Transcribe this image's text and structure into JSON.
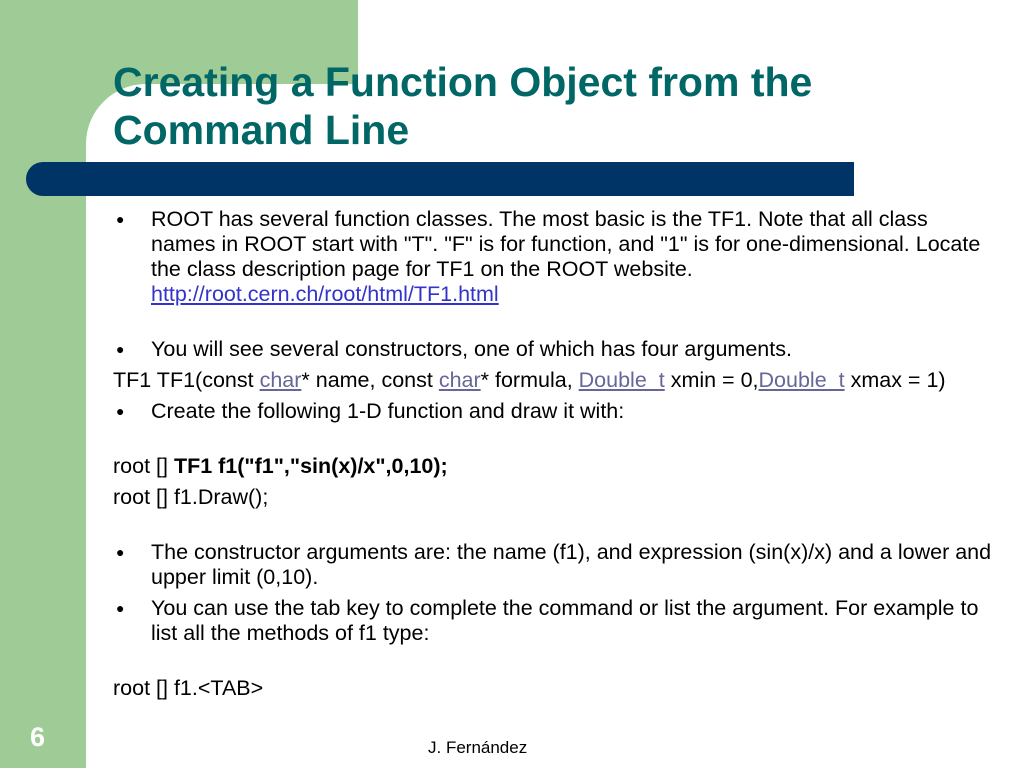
{
  "title": {
    "line1": "Creating a Function Object from the",
    "line2": "Command Line"
  },
  "bullets": {
    "b1_text": "ROOT has several function classes. The most basic is the TF1. Note that all class names in ROOT start with \"T\". \"F\" is for function, and \"1\" is for one-dimensional. Locate the class description page for TF1 on the ROOT website.",
    "b1_link": "http://root.cern.ch/root/html/TF1.html",
    "b2_text": "You will see several constructors, one of which has four arguments.",
    "b3_text": "Create the following 1-D function and draw it with:",
    "b4_text": "The constructor arguments are: the name (f1), and expression (sin(x)/x) and a lower and upper limit (0,10).",
    "b5_text": "You can use the tab key to complete the command or list the argument. For example to list all the methods of f1 type:",
    "bullet_glyph": "●"
  },
  "constructor": {
    "part1": "TF1 TF1(const ",
    "link_char1": "char",
    "part2": "* name, const ",
    "link_char2": "char",
    "part3": "* formula, ",
    "link_double1": "Double_t",
    "part4": " xmin = 0,",
    "link_double2": "Double_t",
    "part5": " xmax = 1)"
  },
  "commands": {
    "cmd1_prefix": "root [] ",
    "cmd1_bold": "TF1 f1(\"f1\",\"sin(x)/x\",0,10);",
    "cmd2": "root [] f1.Draw();",
    "cmd3": "root [] f1.<TAB>"
  },
  "footer": {
    "slide_number": "6",
    "author": "J. Fernández"
  },
  "colors": {
    "green_column": "#9ecb96",
    "navy_bar": "#003366",
    "title": "#006666",
    "link": "#3333cc",
    "link_visited": "#666699"
  }
}
